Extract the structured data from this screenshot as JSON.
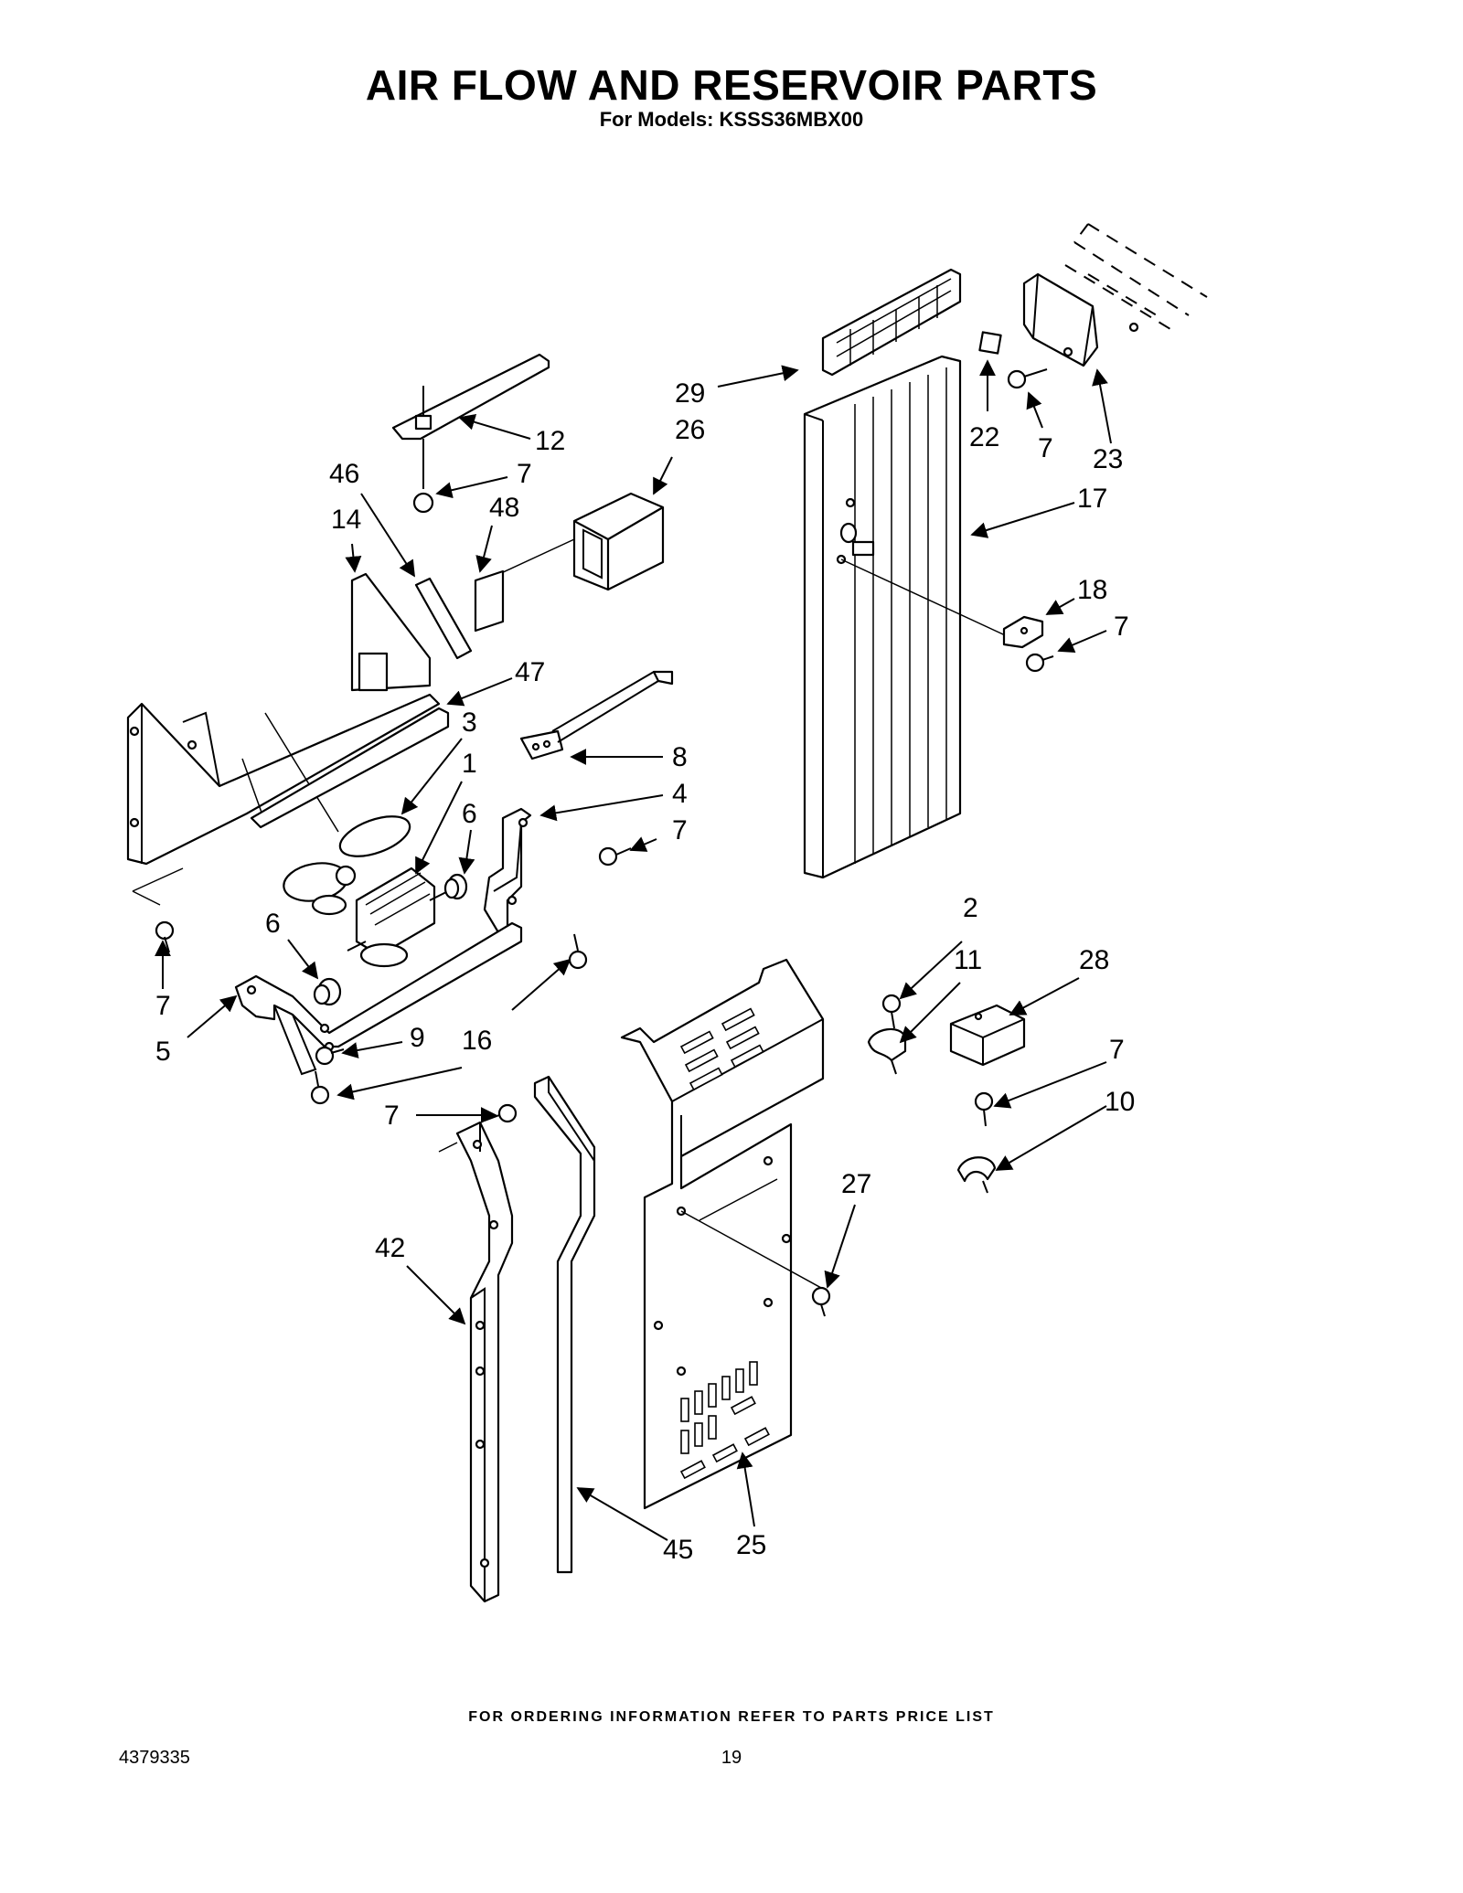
{
  "page": {
    "title": "AIR FLOW AND RESERVOIR PARTS",
    "subtitle": "For Models: KSSS36MBX00",
    "footer_note": "FOR ORDERING INFORMATION REFER TO PARTS PRICE LIST",
    "doc_number": "4379335",
    "page_number": "19"
  },
  "callouts": [
    {
      "id": "c29",
      "label": "29"
    },
    {
      "id": "c26",
      "label": "26"
    },
    {
      "id": "c12",
      "label": "12"
    },
    {
      "id": "c46",
      "label": "46"
    },
    {
      "id": "c7a",
      "label": "7"
    },
    {
      "id": "c14",
      "label": "14"
    },
    {
      "id": "c48",
      "label": "48"
    },
    {
      "id": "c22",
      "label": "22"
    },
    {
      "id": "c7b",
      "label": "7"
    },
    {
      "id": "c23",
      "label": "23"
    },
    {
      "id": "c17",
      "label": "17"
    },
    {
      "id": "c18",
      "label": "18"
    },
    {
      "id": "c7c",
      "label": "7"
    },
    {
      "id": "c47",
      "label": "47"
    },
    {
      "id": "c3",
      "label": "3"
    },
    {
      "id": "c1",
      "label": "1"
    },
    {
      "id": "c8",
      "label": "8"
    },
    {
      "id": "c4",
      "label": "4"
    },
    {
      "id": "c6a",
      "label": "6"
    },
    {
      "id": "c7d",
      "label": "7"
    },
    {
      "id": "c6b",
      "label": "6"
    },
    {
      "id": "c7e",
      "label": "7"
    },
    {
      "id": "c5",
      "label": "5"
    },
    {
      "id": "c9",
      "label": "9"
    },
    {
      "id": "c16",
      "label": "16"
    },
    {
      "id": "c2",
      "label": "2"
    },
    {
      "id": "c11",
      "label": "11"
    },
    {
      "id": "c28",
      "label": "28"
    },
    {
      "id": "c7f",
      "label": "7"
    },
    {
      "id": "c10",
      "label": "10"
    },
    {
      "id": "c7g",
      "label": "7"
    },
    {
      "id": "c27",
      "label": "27"
    },
    {
      "id": "c42",
      "label": "42"
    },
    {
      "id": "c45",
      "label": "45"
    },
    {
      "id": "c25",
      "label": "25"
    }
  ]
}
